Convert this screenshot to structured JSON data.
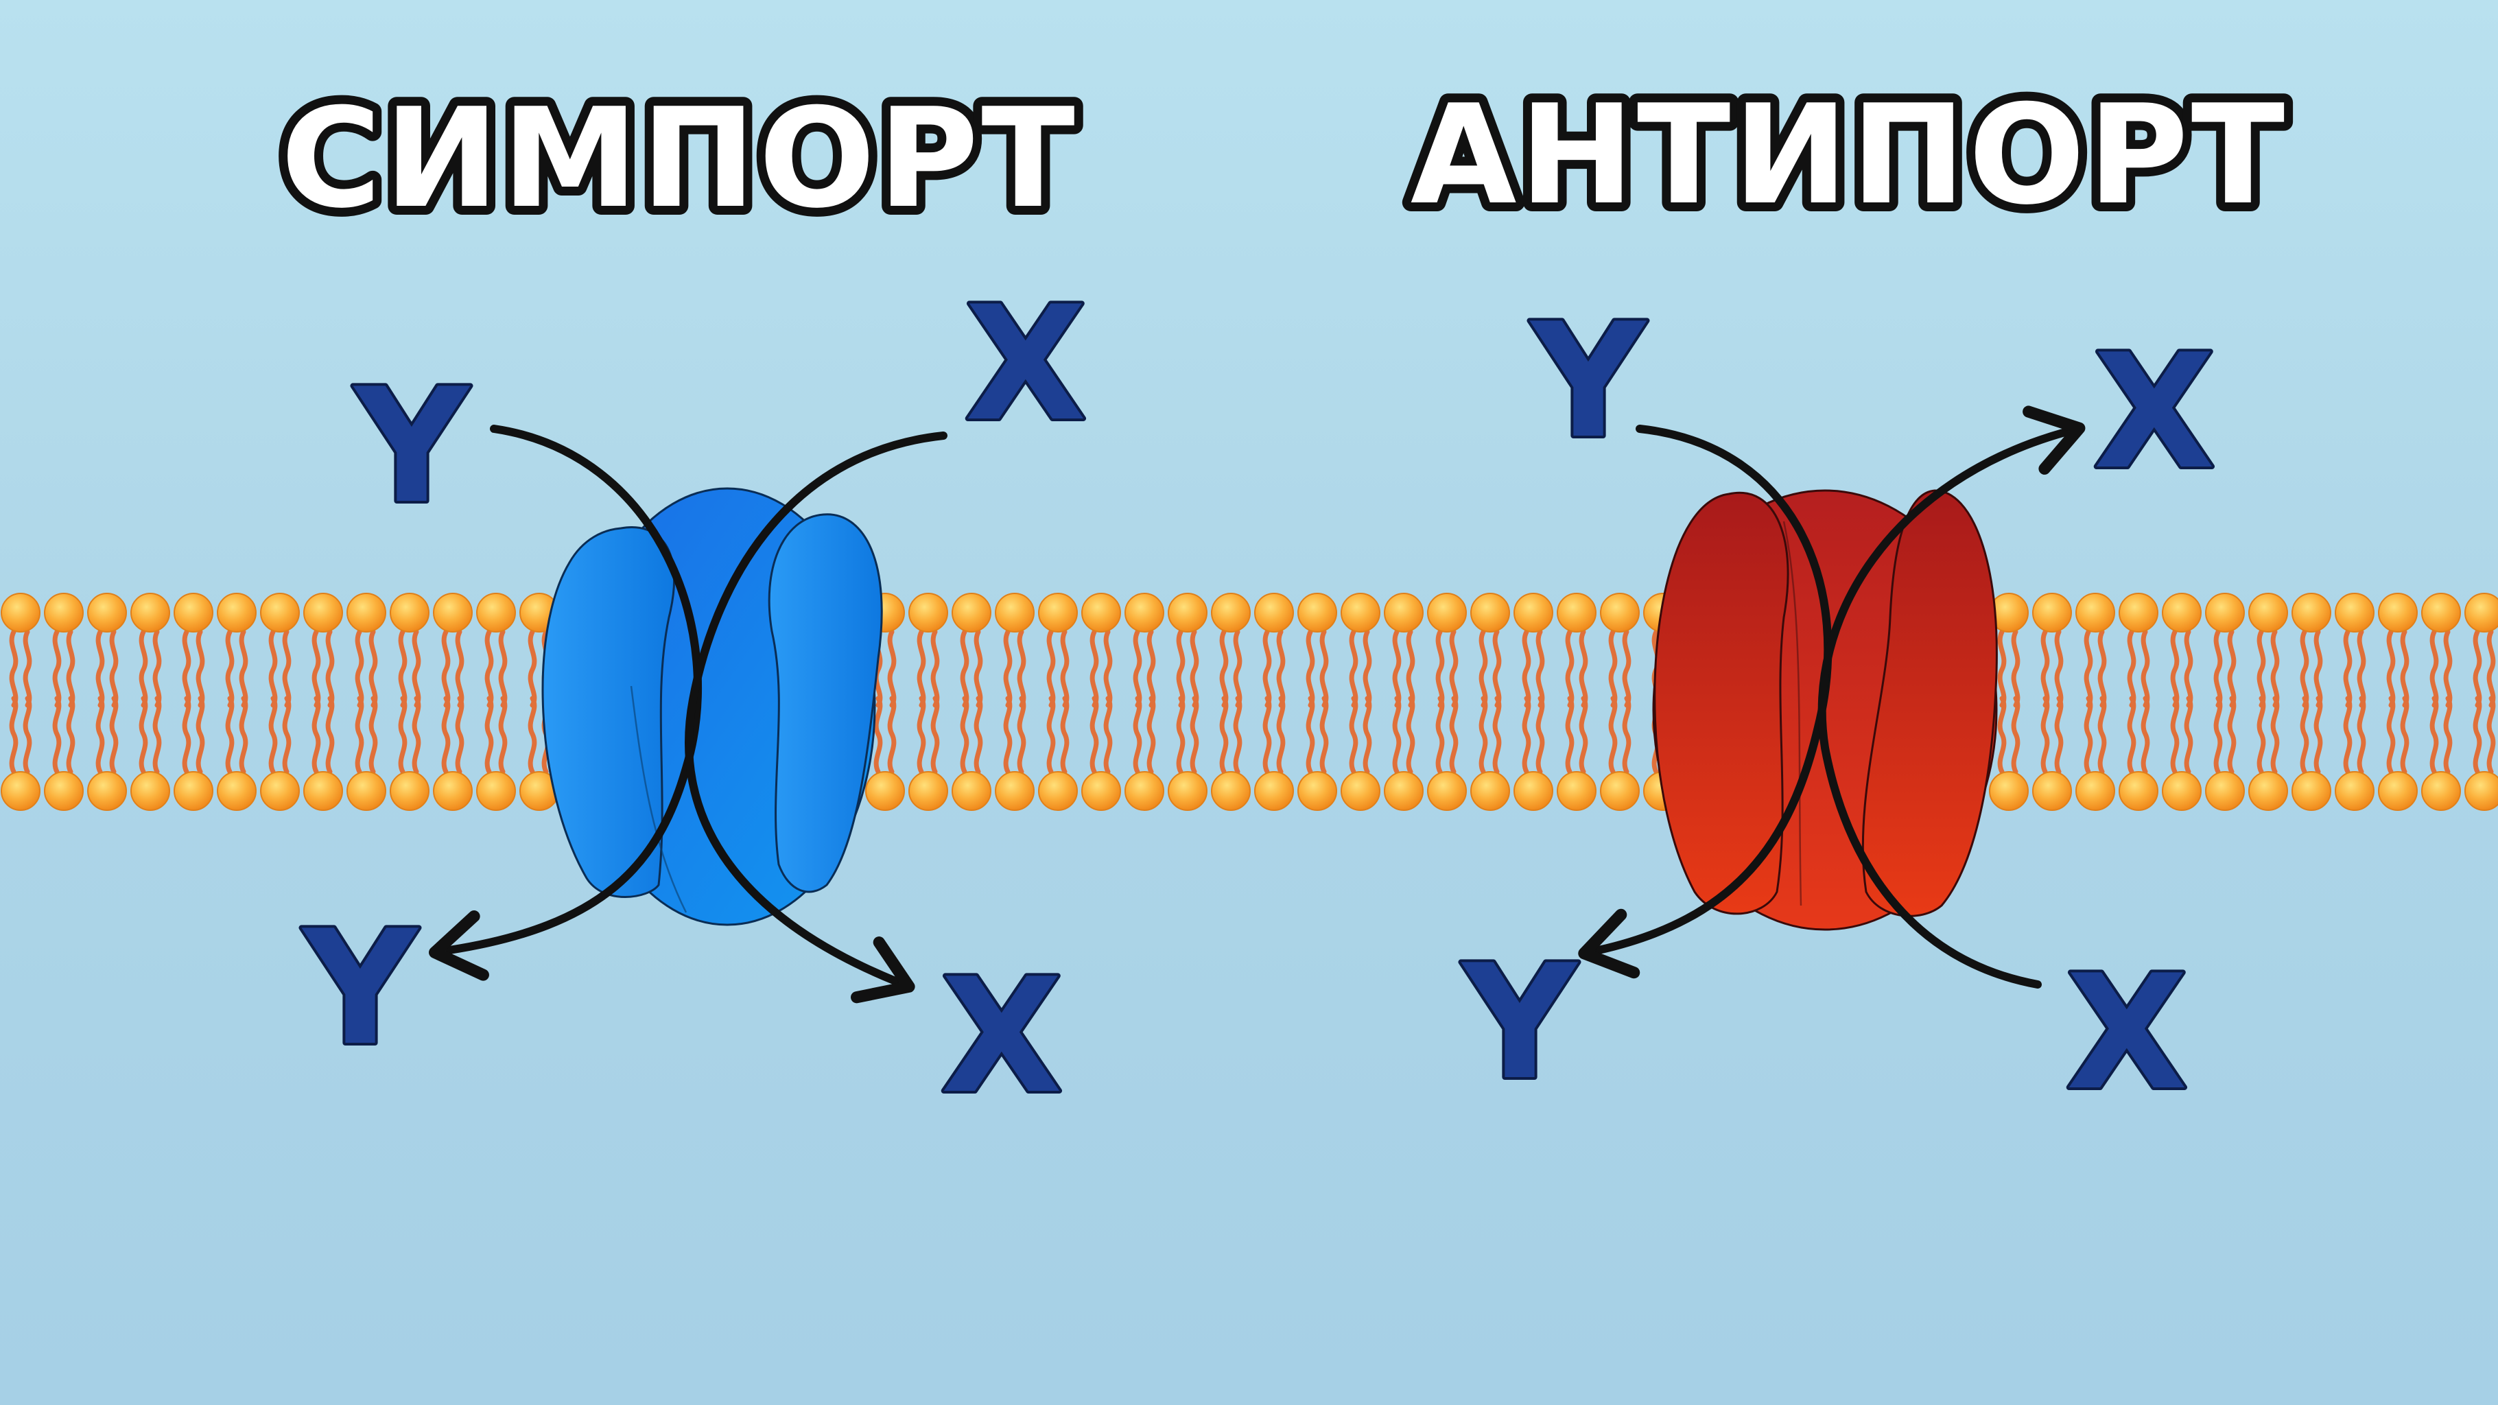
{
  "titles": {
    "symport": "СИМПОРТ",
    "antiport": "АНТИПОРТ"
  },
  "molecules": {
    "y": "Y",
    "x": "X"
  },
  "colors": {
    "background": "#aed6e8",
    "lipid_head": "#f9a020",
    "lipid_tail": "#e0703a",
    "symport_protein": "#1f7fe8",
    "antiport_protein": "#d23a22",
    "molecule": "#1d3f93",
    "arrow": "#111111",
    "title_fill": "#ffffff",
    "title_outline": "#111111"
  }
}
